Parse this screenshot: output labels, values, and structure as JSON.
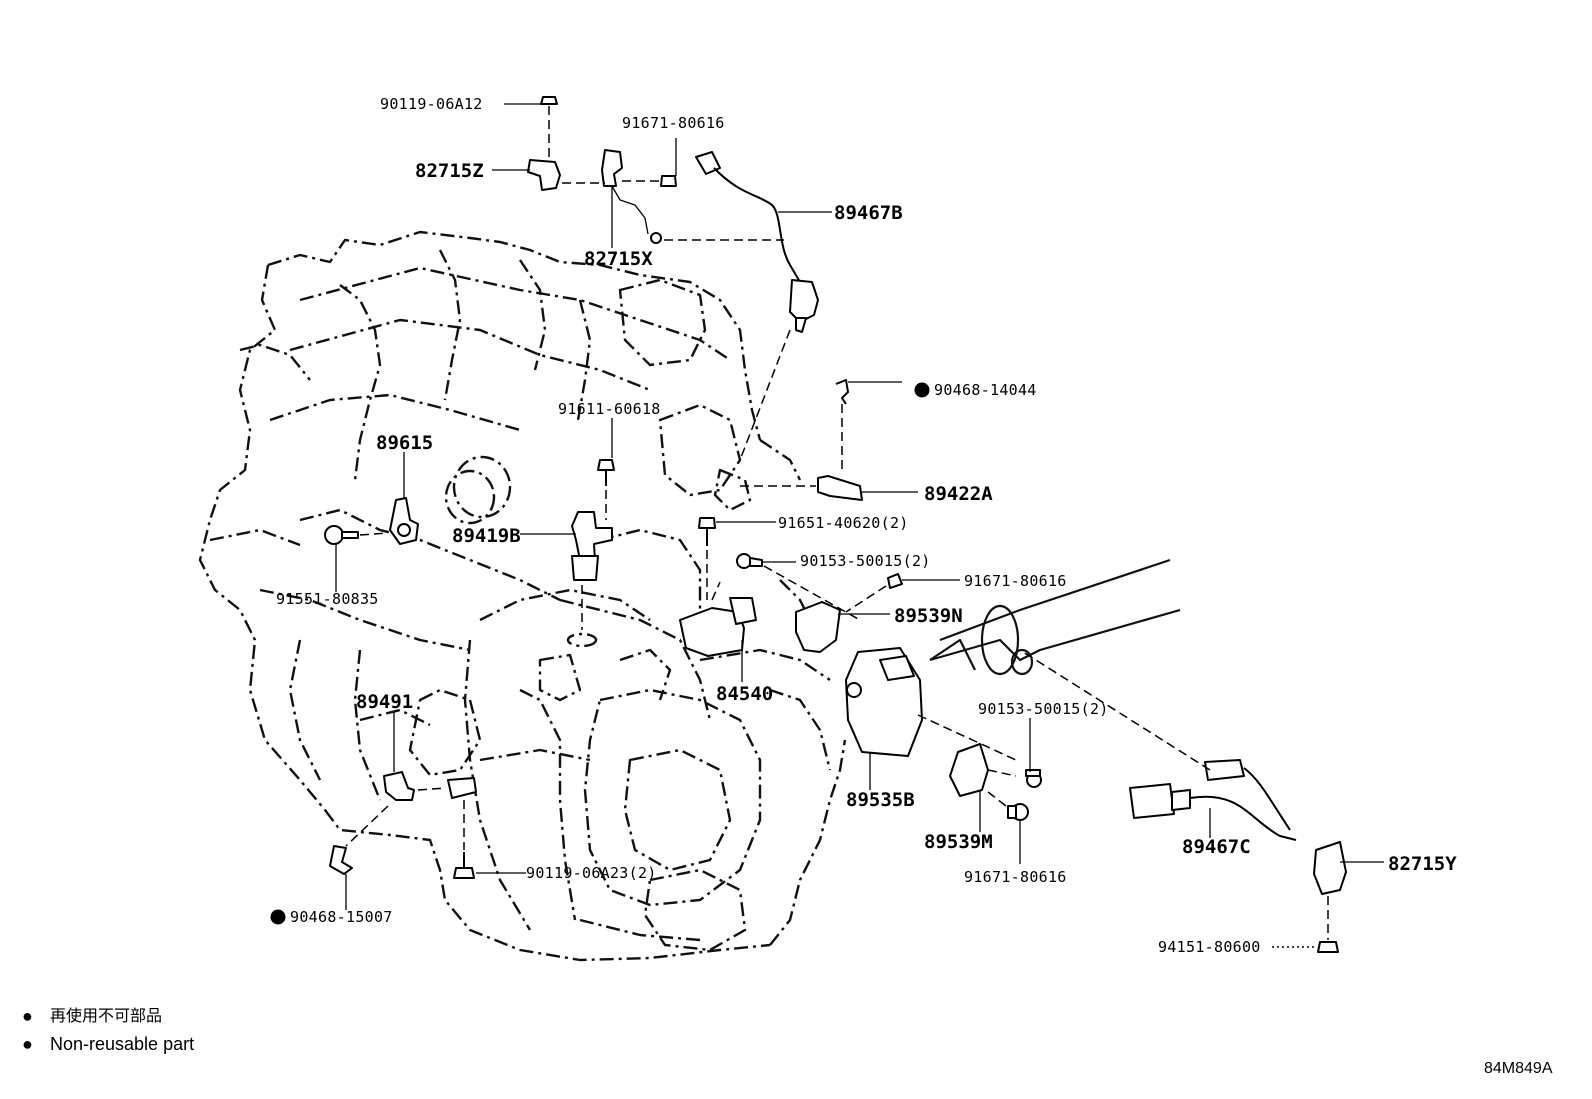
{
  "labels": {
    "p_90119_06A12": "90119-06A12",
    "p_91671_80616_top": "91671-80616",
    "p_82715Z": "82715Z",
    "p_89467B": "89467B",
    "p_82715X": "82715X",
    "p_90468_14044": "90468-14044",
    "p_91611_60618": "91611-60618",
    "p_89615": "89615",
    "p_89422A": "89422A",
    "p_89419B": "89419B",
    "p_91651_40620": "91651-40620(2)",
    "p_90153_50015_a": "90153-50015(2)",
    "p_91551_80835": "91551-80835",
    "p_91671_80616_mid": "91671-80616",
    "p_89539N": "89539N",
    "p_84540": "84540",
    "p_89491": "89491",
    "p_90153_50015_b": "90153-50015(2)",
    "p_89535B": "89535B",
    "p_89467C": "89467C",
    "p_89539M": "89539M",
    "p_82715Y": "82715Y",
    "p_90119_06A23": "90119-06A23(2)",
    "p_91671_80616_bot": "91671-80616",
    "p_90468_15007": "90468-15007",
    "p_94151_80600": "94151-80600"
  },
  "legend": {
    "symbol": "●",
    "japanese": "再使用不可部品",
    "english": "Non-reusable part"
  },
  "figure_code": "84M849A"
}
